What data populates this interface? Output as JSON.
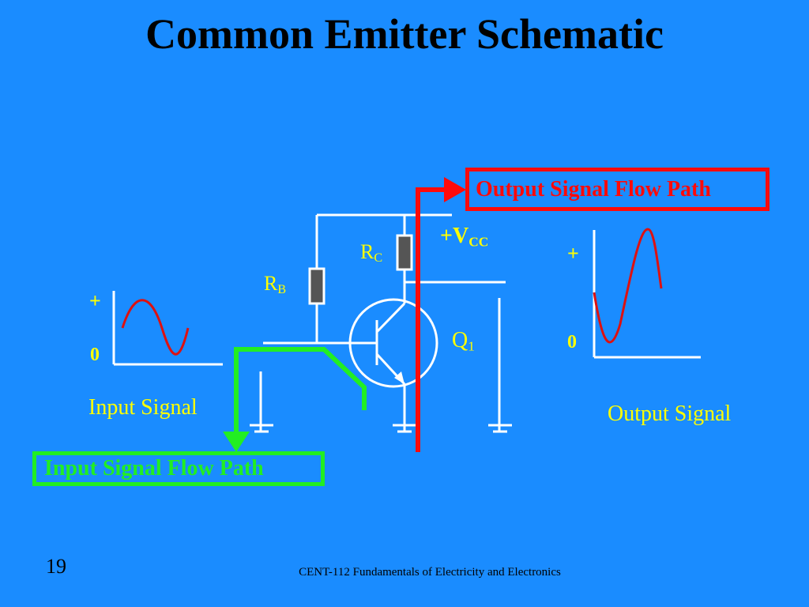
{
  "title": "Common Emitter Schematic",
  "labels": {
    "output_flow": "Output Signal Flow Path",
    "input_flow": "Input Signal Flow Path",
    "vcc_main": "+V",
    "vcc_sub": "CC",
    "rc_main": "R",
    "rc_sub": "C",
    "rb_main": "R",
    "rb_sub": "B",
    "q_main": "Q",
    "q_sub": "1",
    "input_plus": "+",
    "input_zero": "0",
    "input_signal": "Input Signal",
    "output_plus": "+",
    "output_zero": "0",
    "output_signal": "Output Signal"
  },
  "slide_number": "19",
  "footer": "CENT-112 Fundamentals of Electricity and Electronics",
  "colors": {
    "background": "#1a8cff",
    "wire": "#ffffff",
    "label": "#ffff00",
    "output_path": "#ff0a0a",
    "input_path": "#22ee22",
    "sine": "#dd1111",
    "resistor": "#555555"
  }
}
